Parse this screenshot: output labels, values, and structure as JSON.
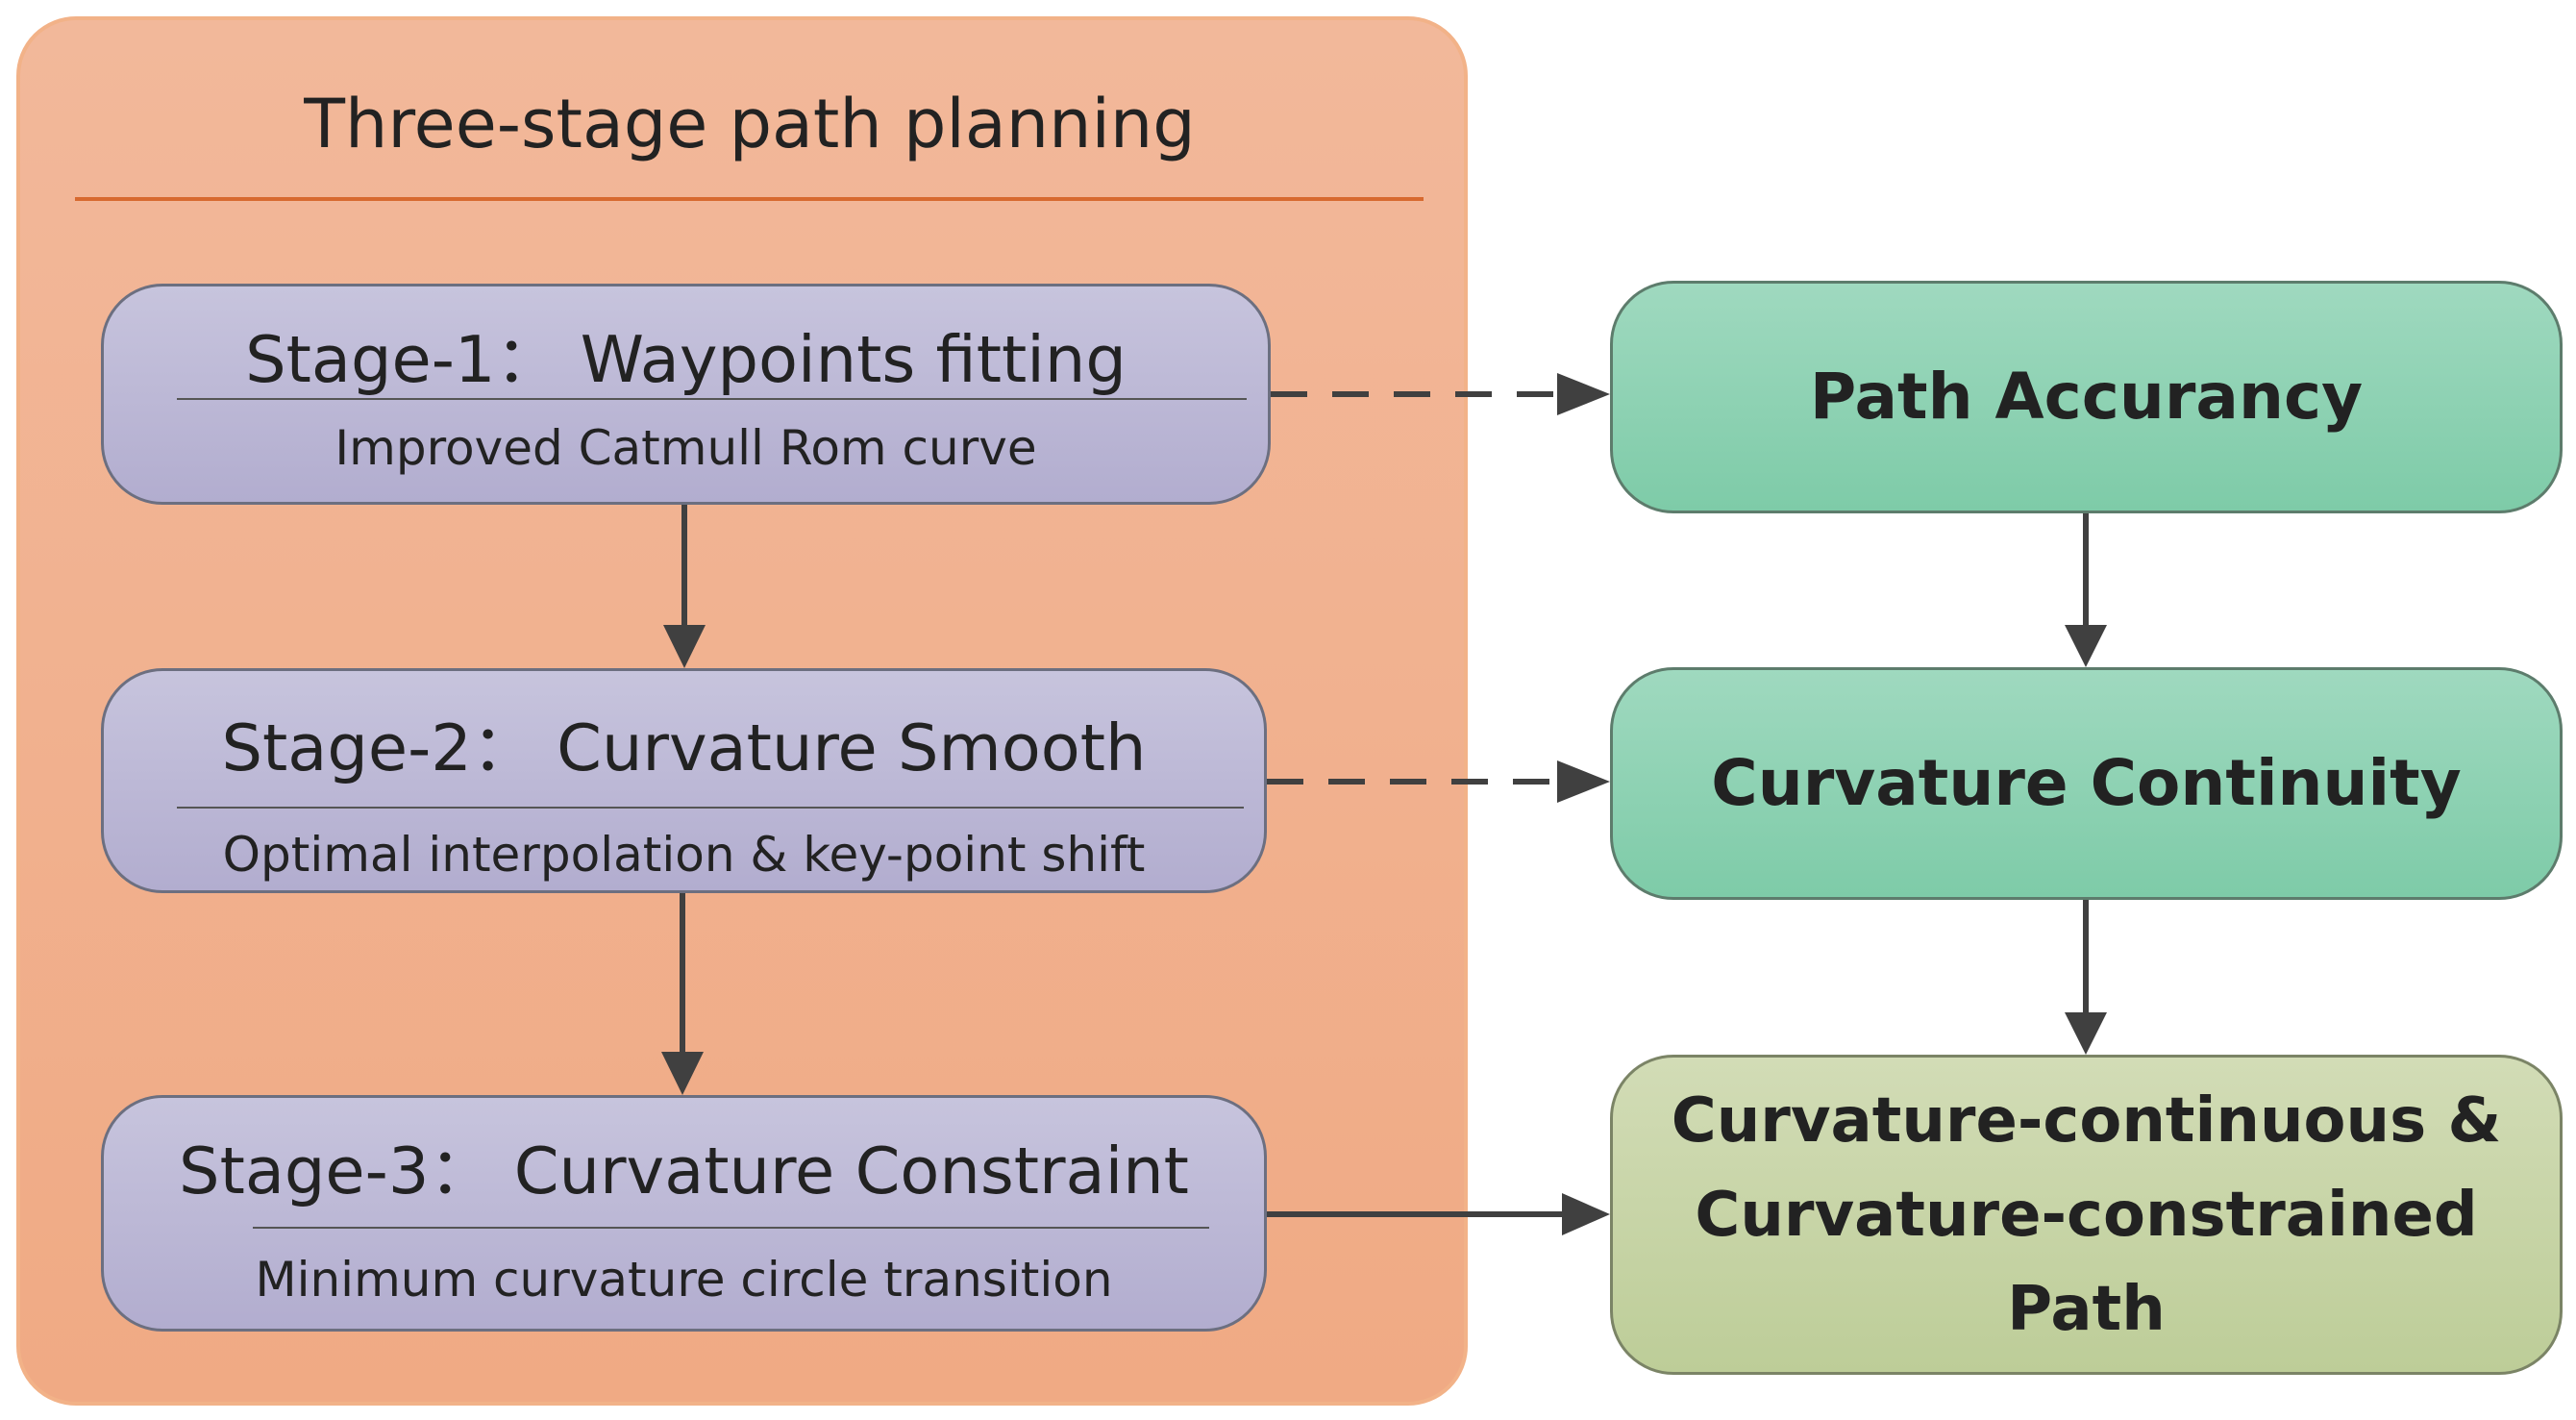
{
  "panel": {
    "title": "Three-stage path planning"
  },
  "stages": [
    {
      "title": "Stage-1： Waypoints fitting",
      "subtitle": "Improved Catmull Rom curve"
    },
    {
      "title": "Stage-2： Curvature Smooth",
      "subtitle": "Optimal interpolation & key-point shift"
    },
    {
      "title": "Stage-3： Curvature Constraint",
      "subtitle": "Minimum curvature circle transition"
    }
  ],
  "results": [
    {
      "label": "Path Accurancy"
    },
    {
      "label": "Curvature Continuity"
    },
    {
      "line1": "Curvature-continuous &",
      "line2": "Curvature-constrained Path"
    }
  ],
  "colors": {
    "panel_fill": "#f0aa84",
    "panel_rule": "#d7692f",
    "stage_fill": "#b2adcf",
    "result_green": "#7ecba8",
    "result_olive": "#bdcd98",
    "arrow": "#404040"
  }
}
